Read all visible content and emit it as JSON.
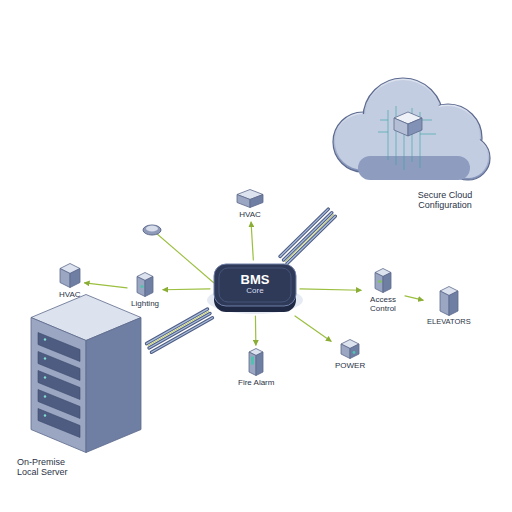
{
  "diagram": {
    "nodes": [
      {
        "text": [
          "Secure Cloud Configuration"
        ]
      },
      {
        "text": [
          "HVAC"
        ]
      },
      {
        "text": [
          "HVAC"
        ]
      },
      {
        "text": [
          "Lighting"
        ]
      },
      {
        "text": [
          "BMS",
          "Core"
        ]
      },
      {
        "text": [
          "Access Control"
        ]
      },
      {
        "text": [
          "ELEVATORS"
        ]
      },
      {
        "text": [
          "POWER"
        ]
      },
      {
        "text": [
          "Fire Alarm"
        ]
      },
      {
        "text": [
          "On-Premise Local Server"
        ]
      }
    ],
    "edges": [
      {
        "from": 4,
        "to": 0,
        "arrow": "none"
      },
      {
        "from": 4,
        "to": 1,
        "arrow": "to"
      },
      {
        "from": 4,
        "to": 3,
        "arrow": "to"
      },
      {
        "from": 3,
        "to": 2,
        "arrow": "to"
      },
      {
        "from": 4,
        "to": 5,
        "arrow": "to"
      },
      {
        "from": 5,
        "to": 6,
        "arrow": "to"
      },
      {
        "from": 4,
        "to": 7,
        "arrow": "to"
      },
      {
        "from": 4,
        "to": 8,
        "arrow": "to"
      },
      {
        "from": 4,
        "to": 9,
        "arrow": "none"
      }
    ]
  }
}
